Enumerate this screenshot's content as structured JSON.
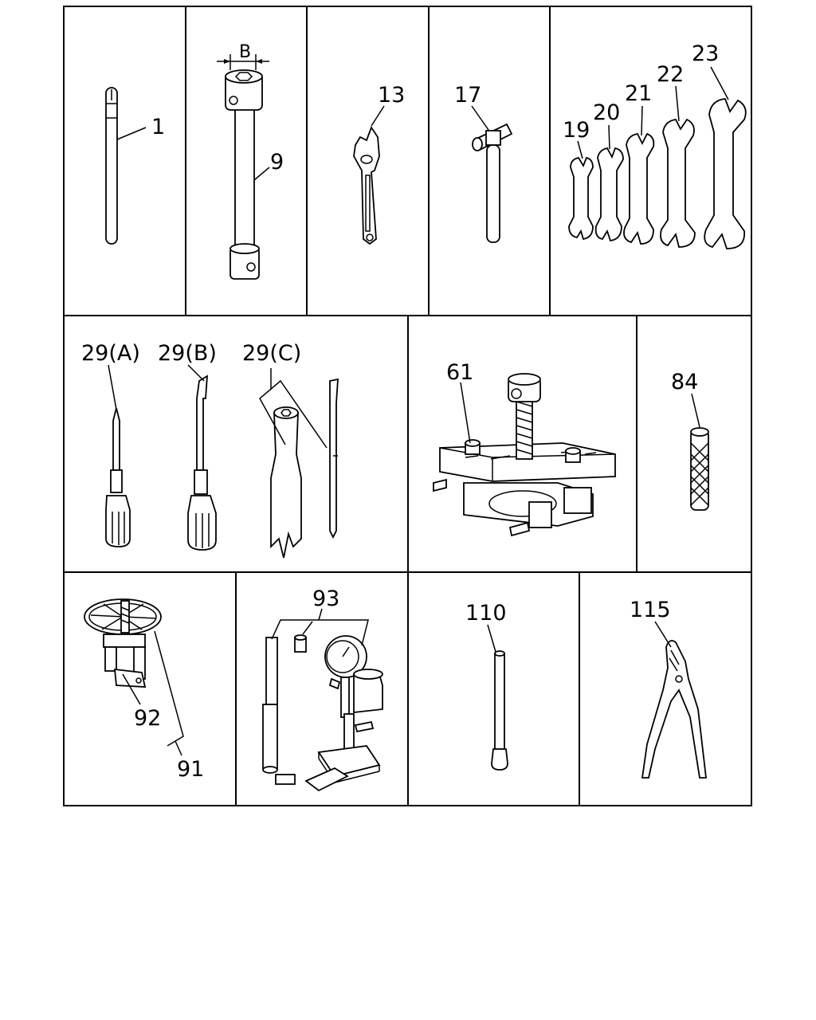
{
  "labels": {
    "p1": "1",
    "p9": "9",
    "b": "B",
    "p13": "13",
    "p17": "17",
    "p19": "19",
    "p20": "20",
    "p21": "21",
    "p22": "22",
    "p23": "23",
    "p29a": "29(A)",
    "p29b": "29(B)",
    "p29c": "29(C)",
    "p61": "61",
    "p84": "84",
    "p91": "91",
    "p92": "92",
    "p93": "93",
    "p110": "110",
    "p115": "115"
  }
}
